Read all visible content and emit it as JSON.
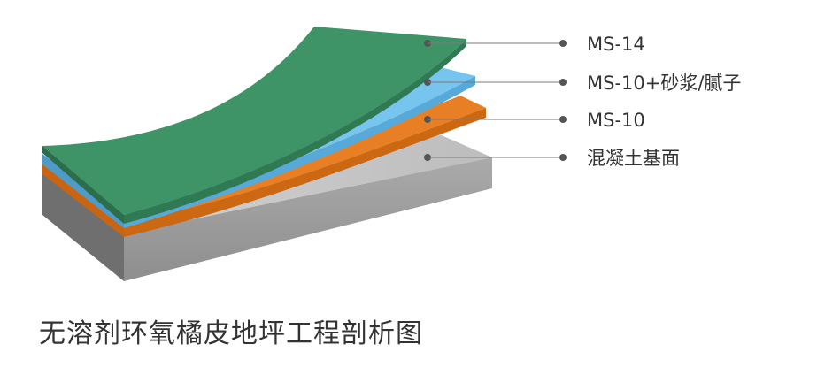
{
  "layers": [
    {
      "id": "top-coat",
      "label": "MS-14",
      "color": "#3a8a61"
    },
    {
      "id": "mortar-putty",
      "label": "MS-10+砂浆/腻子",
      "color": "#6ebde9"
    },
    {
      "id": "primer",
      "label": "MS-10",
      "color": "#e0761f"
    },
    {
      "id": "concrete-base",
      "label": "混凝土基面",
      "color": "#c4c4c4"
    }
  ],
  "title": "无溶剂环氧橘皮地坪工程剖析图"
}
